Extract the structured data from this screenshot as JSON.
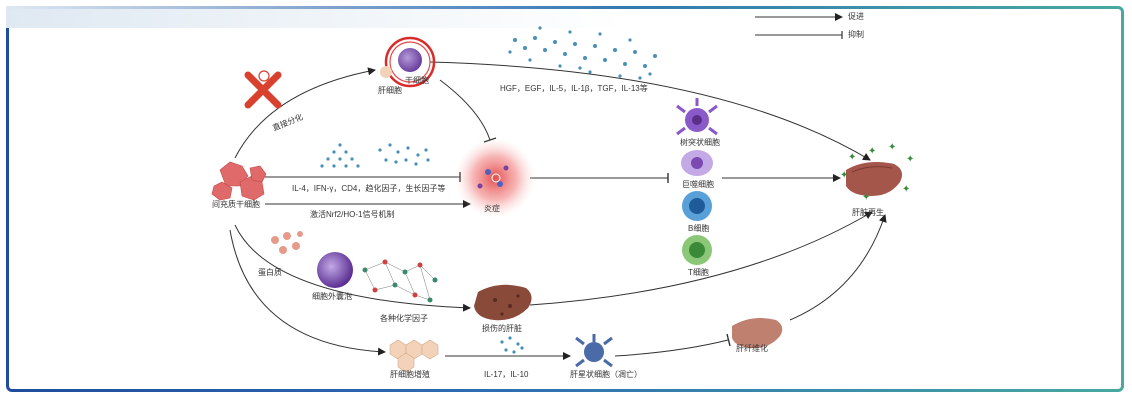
{
  "legend": {
    "promote": "促进",
    "inhibit": "抑制"
  },
  "nodes": {
    "msc": "间充质干细胞",
    "hepatocyte": "肝细胞",
    "stem_cell": "干细胞",
    "direct_diff": "直接分化",
    "growth_factors": "HGF，EGF，IL-5，IL-1β，TGF，IL-13等",
    "cytokines": "IL-4，IFN-γ，CD4，趋化因子，生长因子等",
    "nrf2": "激活Nrf2/HO-1信号机制",
    "inflammation": "炎症",
    "dendritic": "树突状细胞",
    "macrophage": "巨噬细胞",
    "b_cell": "B细胞",
    "t_cell": "T细胞",
    "regeneration": "肝脏再生",
    "protein": "蛋白质",
    "exosome": "细胞外囊泡",
    "chem_factors": "各种化学因子",
    "damaged_liver": "损伤的肝脏",
    "hep_prolif": "肝细胞增殖",
    "il17": "IL-17，IL-10",
    "stellate": "肝星状细胞（凋亡）",
    "fibrosis": "肝纤维化"
  },
  "colors": {
    "frame_left": "#1f4c9e",
    "frame_right": "#47a9a0",
    "inflammation": "#e05050",
    "msc_cell": "#e06a6a",
    "liver": "#8a4a3a",
    "cross": "#d9412f",
    "dots": "#4a8fb8",
    "dark_dots": "#2c5f8a"
  },
  "icons": [
    "x-mark-icon",
    "sparkle-icon"
  ]
}
